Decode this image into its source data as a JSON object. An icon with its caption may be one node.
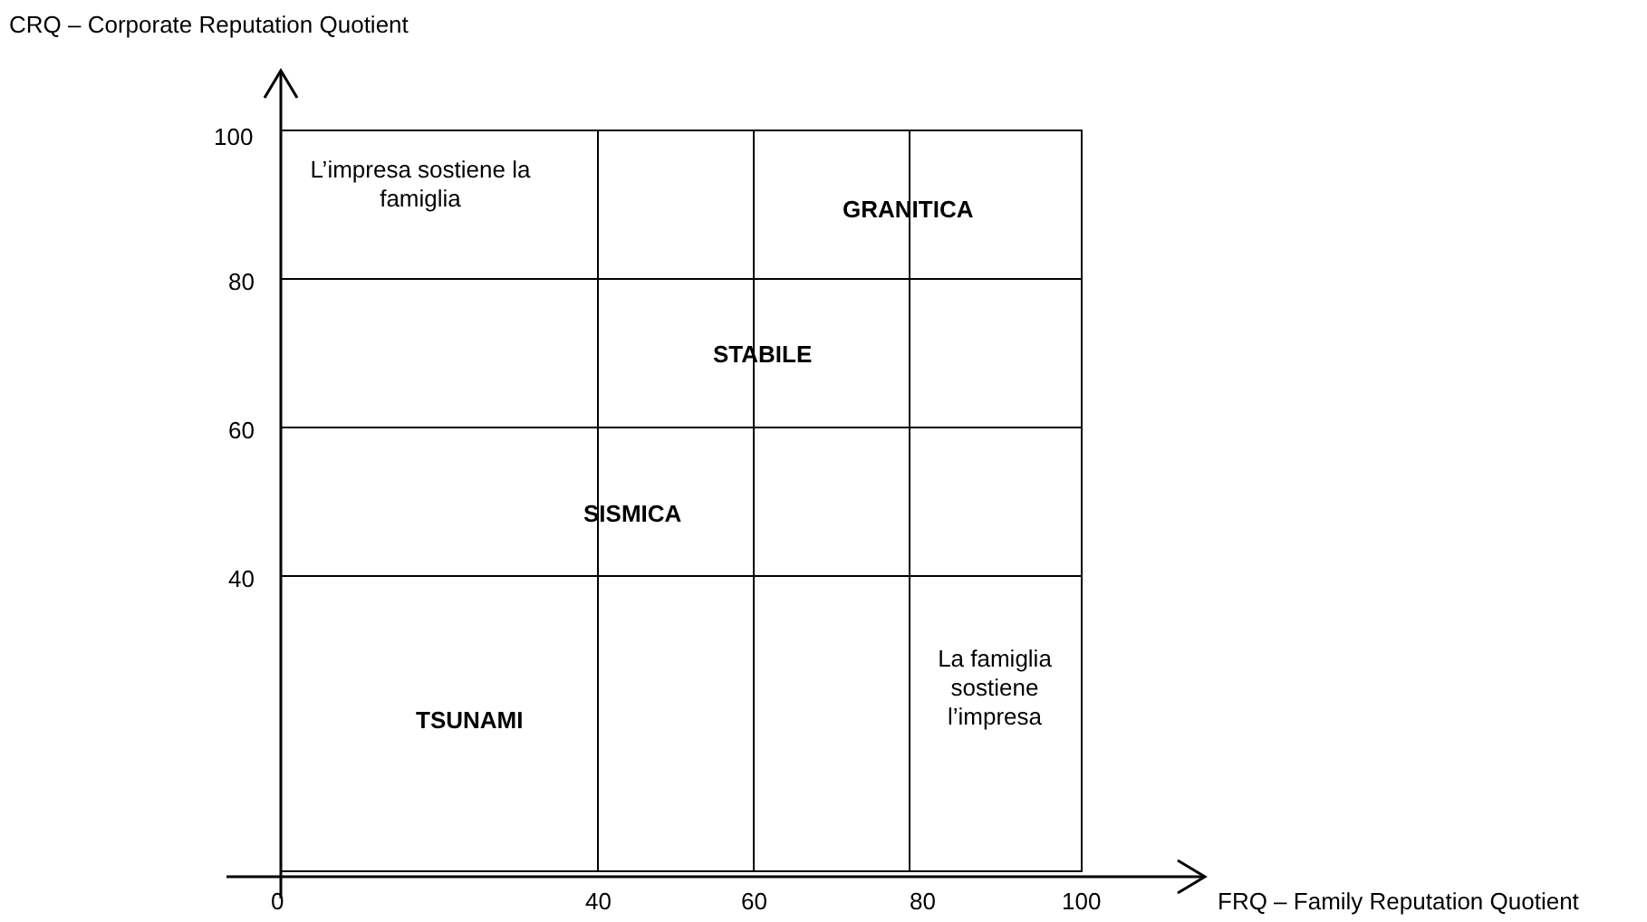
{
  "diagram": {
    "labels": [
      "CRQ – Corporate Reputation Quotient",
      "100",
      "L’impresa sostiene la famiglia",
      "GRANITICA",
      "80",
      "STABILE",
      "60",
      "SISMICA",
      "40",
      "La famiglia sostiene l’impresa",
      "TSUNAMI",
      "0",
      "40",
      "60",
      "80",
      "100",
      "FRQ – Family Reputation Quotient"
    ]
  }
}
